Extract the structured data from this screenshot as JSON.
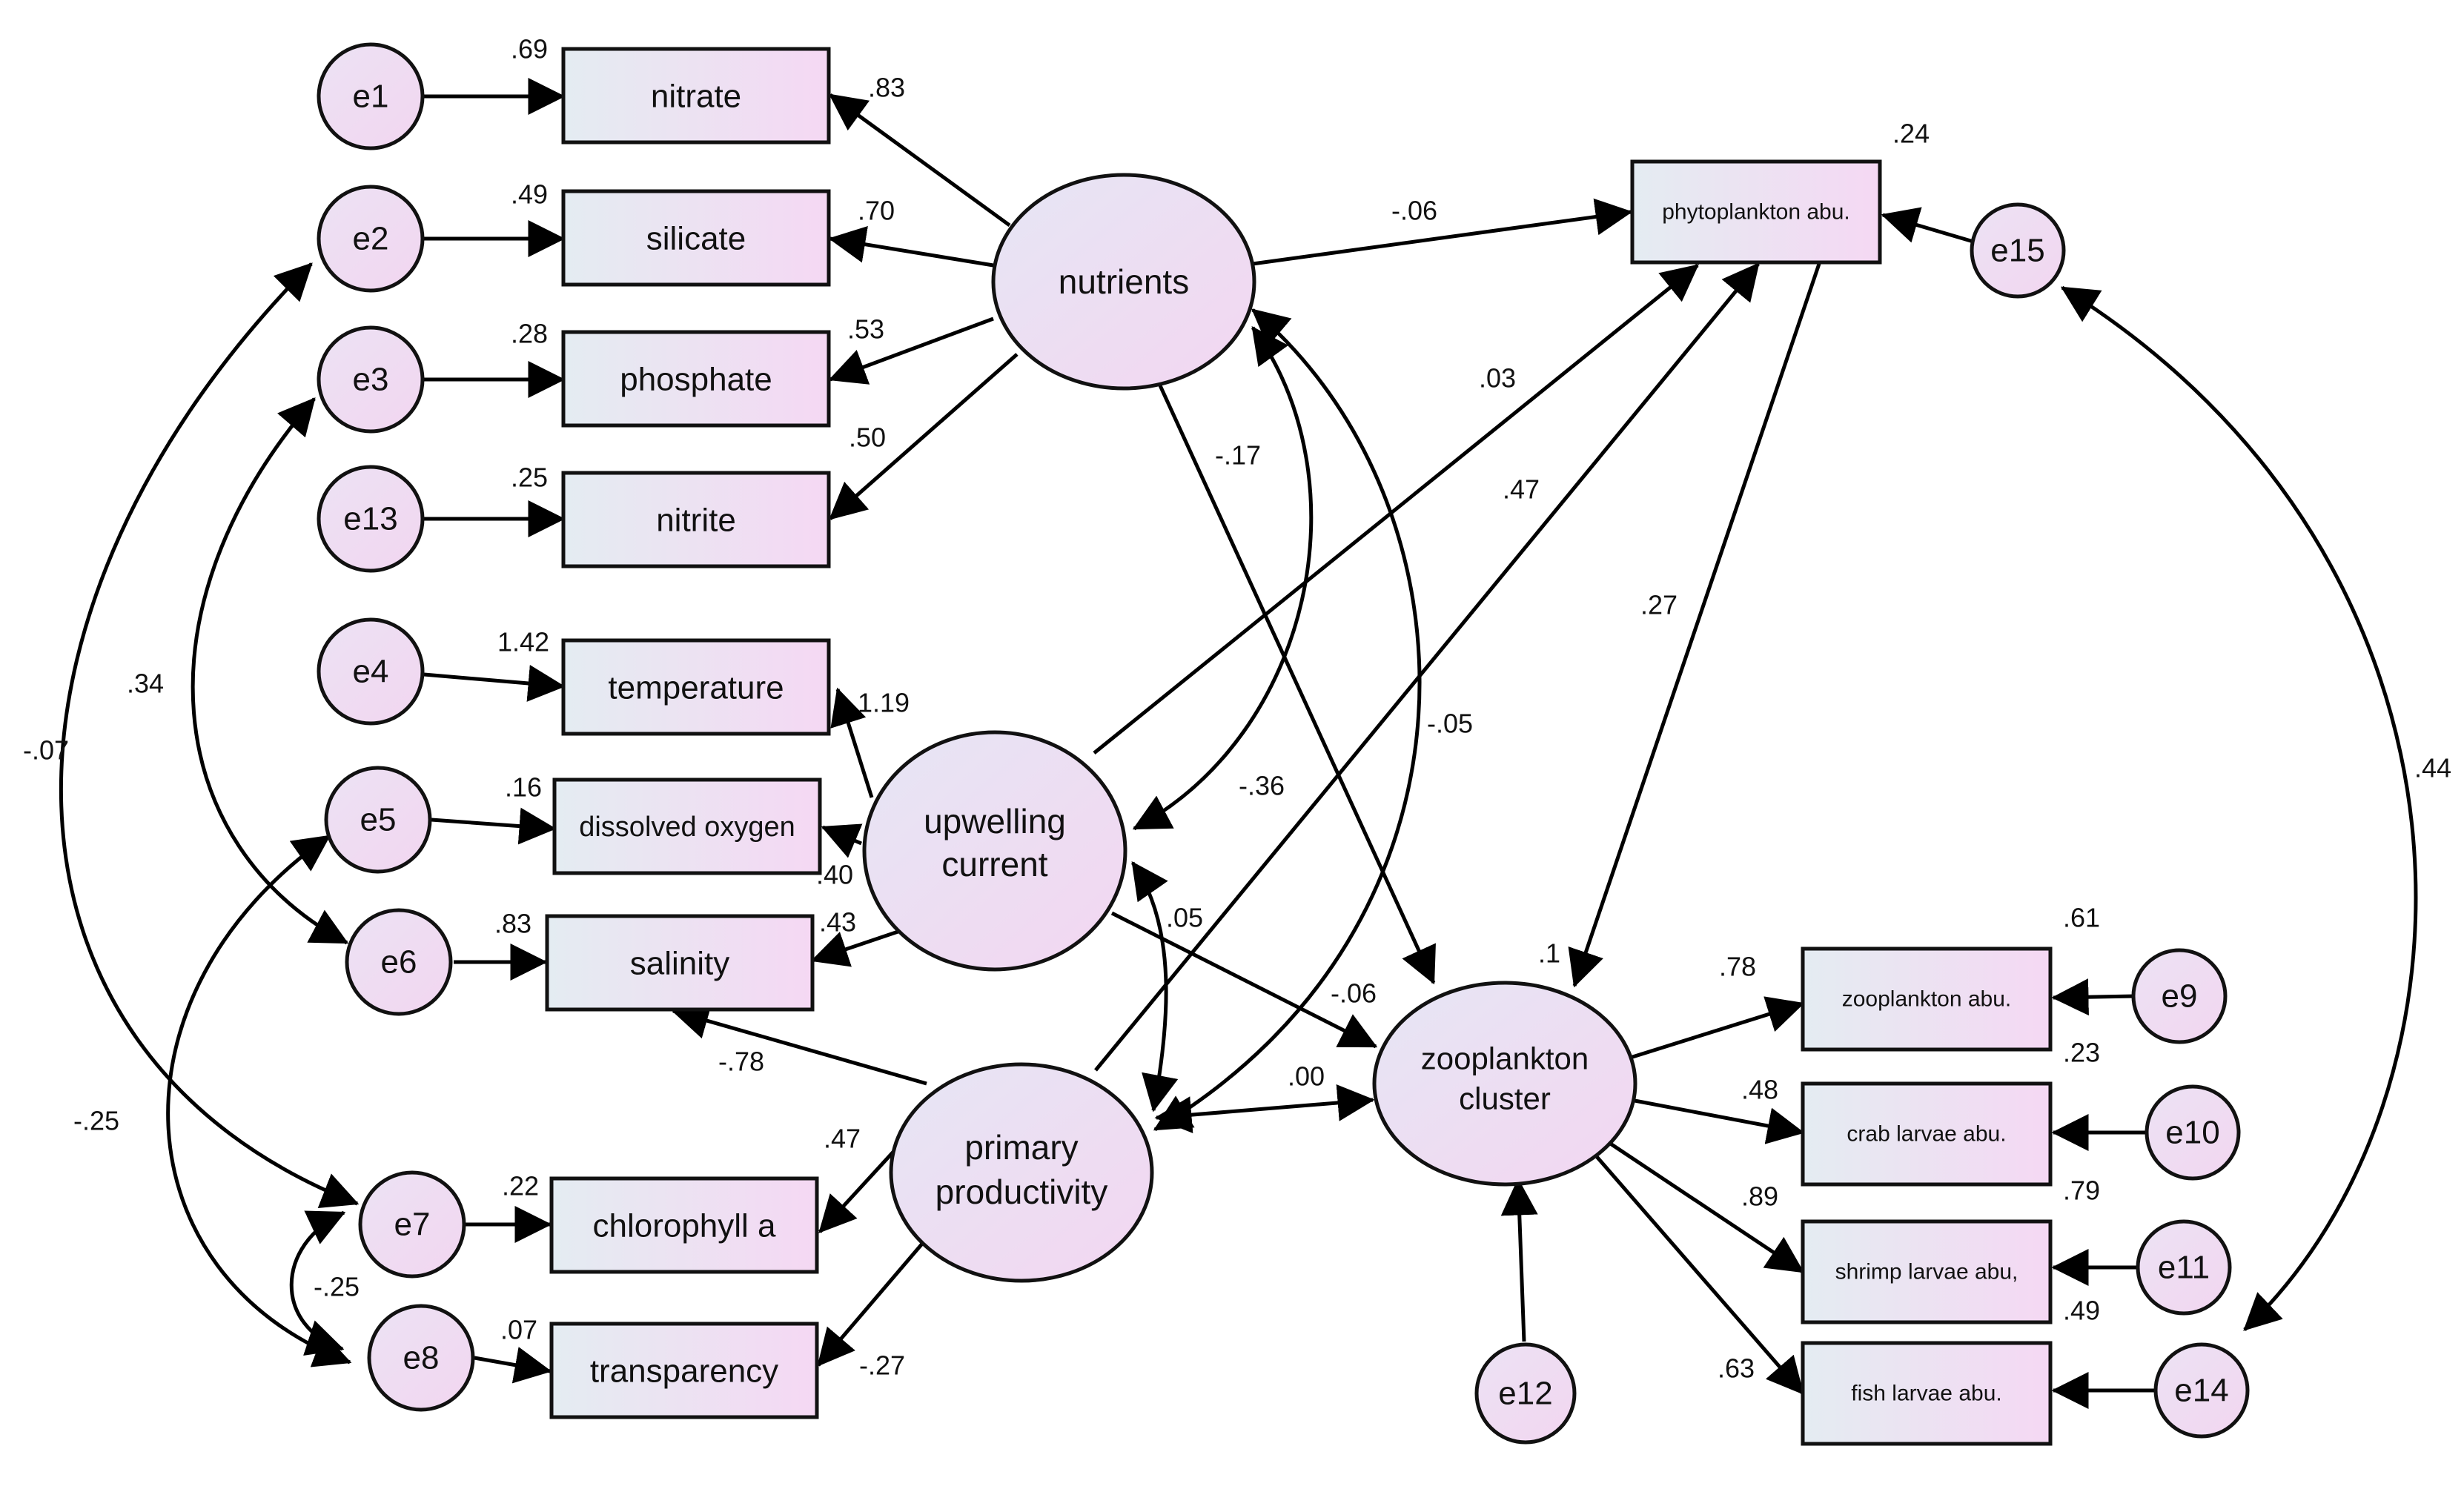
{
  "colors": {
    "box_fill_start": "#e4ecf2",
    "box_fill_end": "#f5d8f3",
    "ellipse_fill_start": "#e6e6f4",
    "ellipse_fill_end": "#f3d6f1",
    "error_fill": "#f2dcf2",
    "line": "#000000"
  },
  "observed": {
    "nitrate": "nitrate",
    "silicate": "silicate",
    "phosphate": "phosphate",
    "nitrite": "nitrite",
    "temperature": "temperature",
    "dissolved_oxygen": "dissolved oxygen",
    "salinity": "salinity",
    "chlorophyll_a": "chlorophyll a",
    "transparency": "transparency",
    "phytoplankton": "phytoplankton abu.",
    "zooplankton": "zooplankton abu.",
    "crab_larvae": "crab larvae abu.",
    "shrimp_larvae": "shrimp larvae abu,",
    "fish_larvae": "fish larvae abu."
  },
  "latent": {
    "nutrients": [
      "nutrients"
    ],
    "upwelling": [
      "upwelling",
      "current"
    ],
    "productivity": [
      "primary",
      "productivity"
    ],
    "zooplankton_cluster": [
      "zooplankton",
      "cluster"
    ]
  },
  "errors": {
    "e1": "e1",
    "e2": "e2",
    "e3": "e3",
    "e13": "e13",
    "e4": "e4",
    "e5": "e5",
    "e6": "e6",
    "e7": "e7",
    "e8": "e8",
    "e15": "e15",
    "e9": "e9",
    "e10": "e10",
    "e11": "e11",
    "e14": "e14",
    "e12": "e12"
  },
  "r_squared": {
    "nitrate": ".69",
    "silicate": ".49",
    "phosphate": ".28",
    "nitrite": ".25",
    "temperature": "1.42",
    "dissolved_oxygen": ".16",
    "salinity": ".83",
    "chlorophyll_a": ".22",
    "transparency": ".07",
    "phytoplankton": ".24",
    "zooplankton_cluster": ".1",
    "zooplankton": ".61",
    "crab_larvae": ".23",
    "shrimp_larvae": ".79",
    "fish_larvae": ".49"
  },
  "loadings": {
    "nitrate": ".83",
    "silicate": ".70",
    "phosphate": ".53",
    "nitrite": ".50",
    "temperature": "1.19",
    "dissolved_oxygen": ".40",
    "salinity": ".43",
    "chlorophyll_a": ".47",
    "transparency": "-.27",
    "zooplankton": ".78",
    "crab_larvae": ".48",
    "shrimp_larvae": ".89",
    "fish_larvae": ".63"
  },
  "paths": {
    "nutrients_phyto": "-.06",
    "upwelling_phyto": ".03",
    "productivity_phyto": ".47",
    "phyto_zoo": ".27",
    "nutrients_zoo": "-.17",
    "upwelling_zoo": "-.06",
    "productivity_zoo": ".00",
    "productivity_salinity": "-.78"
  },
  "covariances": {
    "nutrients_upwelling": "-.36",
    "nutrients_productivity": "-.05",
    "upwelling_productivity": ".05",
    "e2_e7": "-.07",
    "e3_e6": ".34",
    "e5_e8": "-.25",
    "e7_e8": "-.25",
    "e15_e14": ".44"
  }
}
